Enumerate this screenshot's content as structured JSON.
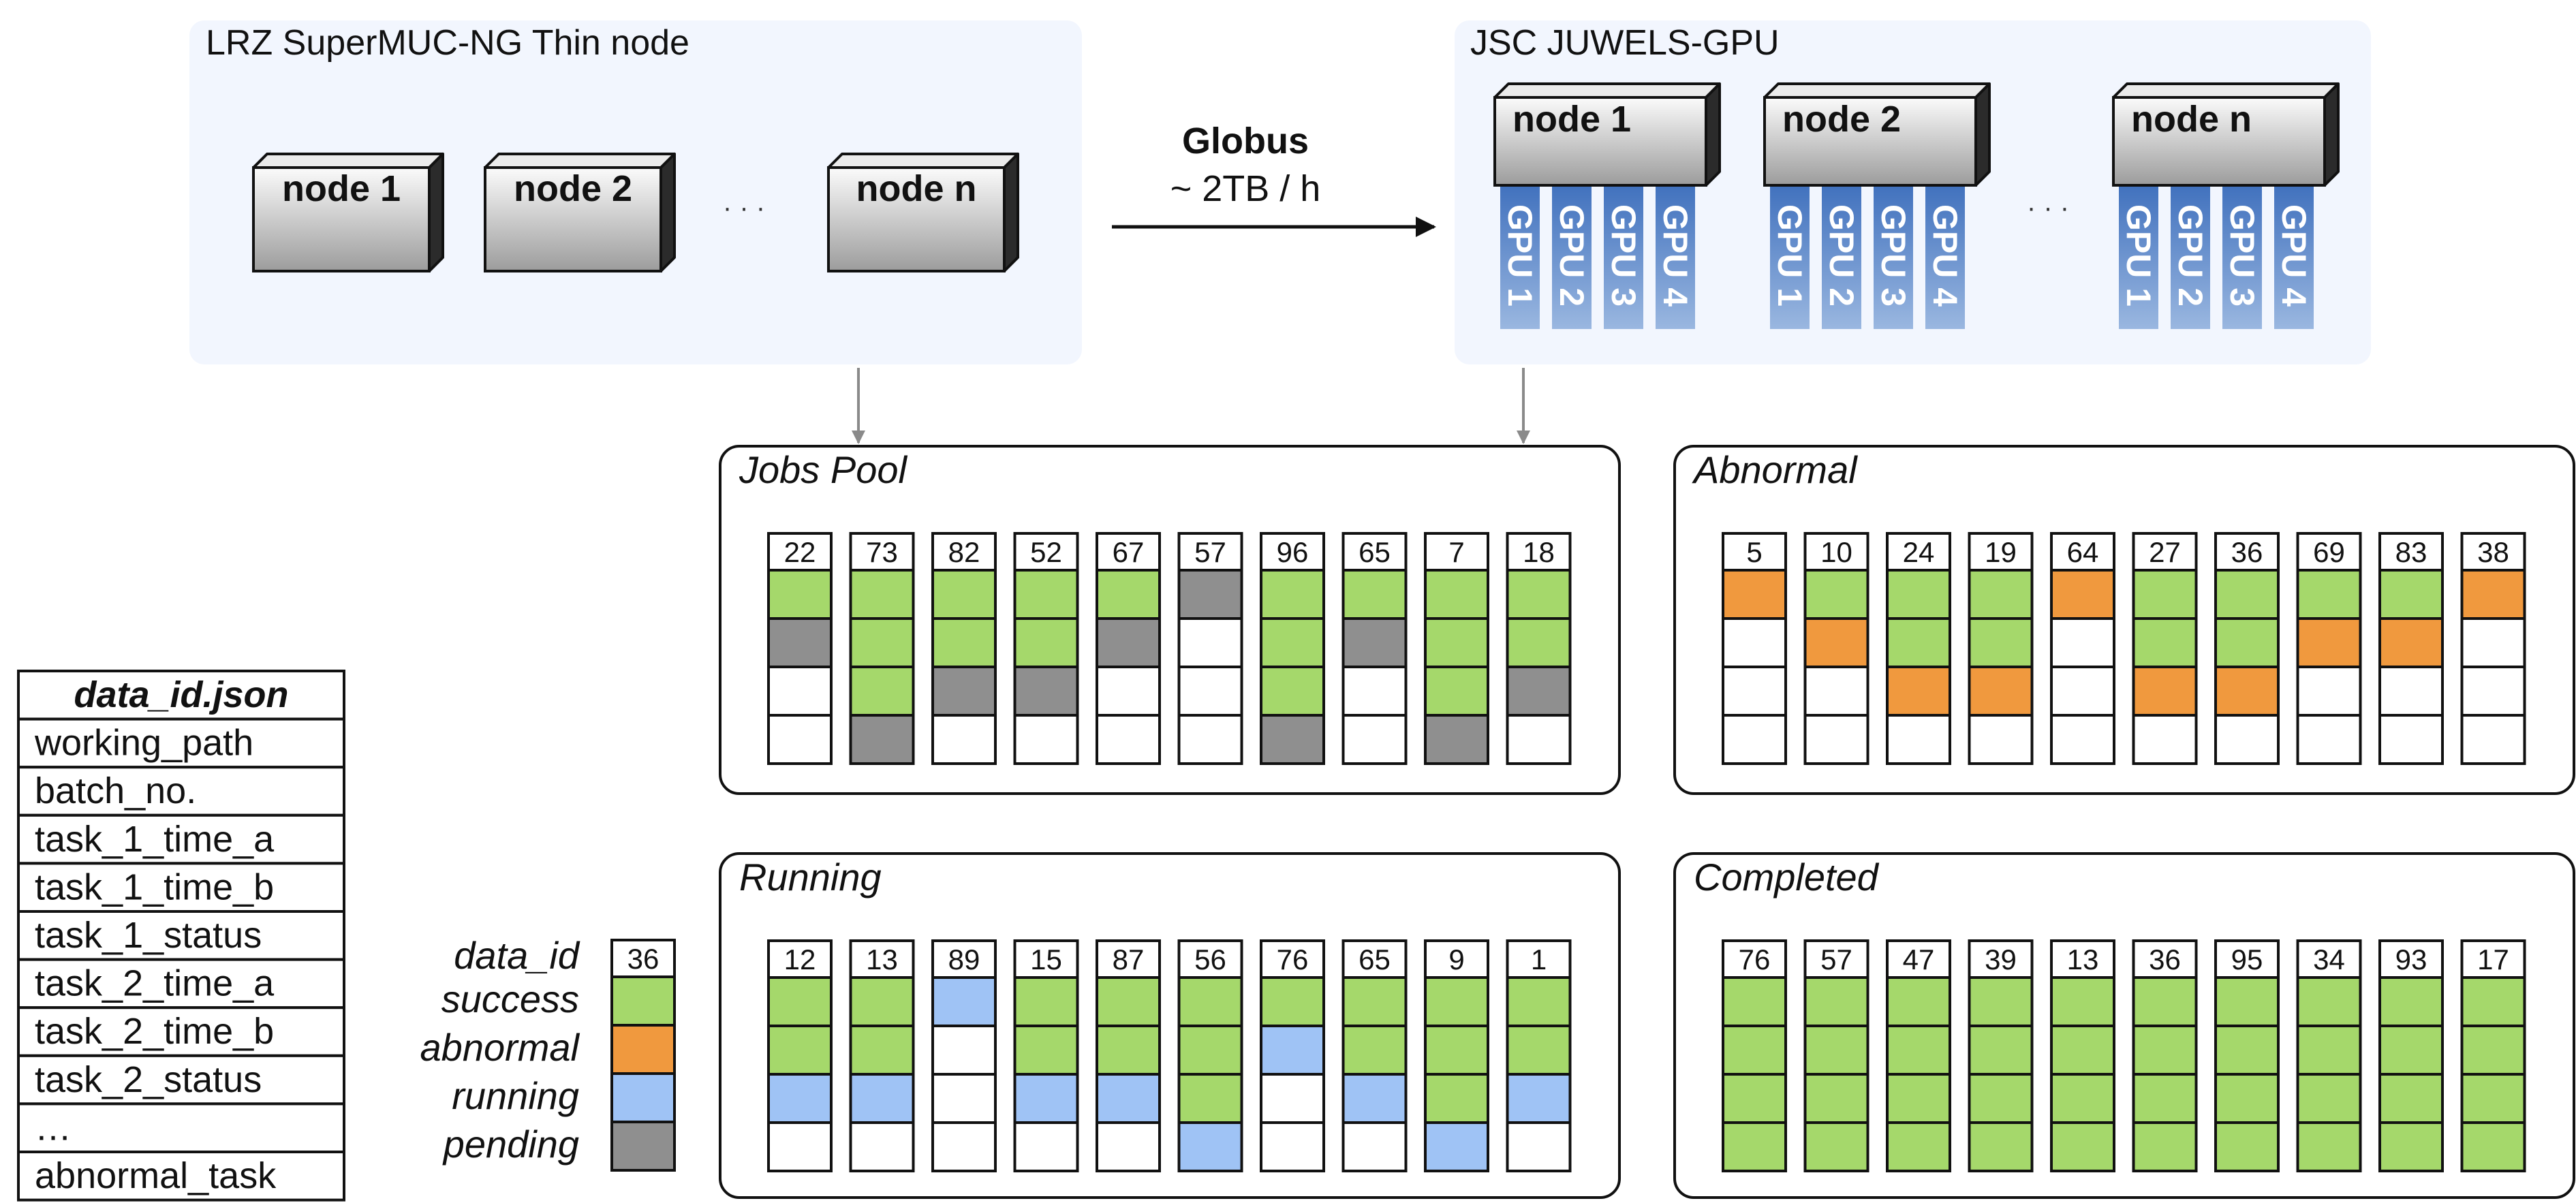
{
  "clusters": {
    "lrz": {
      "title": "LRZ SuperMUC-NG Thin node",
      "nodes": [
        "node 1",
        "node 2",
        "node n"
      ],
      "ellipsis": "· · ·"
    },
    "jsc": {
      "title": "JSC JUWELS-GPU",
      "nodes": [
        "node 1",
        "node 2",
        "node n"
      ],
      "gpus": [
        "GPU 1",
        "GPU 2",
        "GPU 3",
        "GPU 4"
      ],
      "ellipsis": "· · ·"
    }
  },
  "transfer": {
    "title": "Globus",
    "rate": "~ 2TB / h"
  },
  "json_table": {
    "title": "data_id.json",
    "fields": [
      "working_path",
      "batch_no.",
      "task_1_time_a",
      "task_1_time_b",
      "task_1_status",
      "task_2_time_a",
      "task_2_time_b",
      "task_2_status",
      "…",
      "abnormal_task"
    ]
  },
  "legend": {
    "id": "36",
    "rows": [
      {
        "label": "data_id",
        "state": "id"
      },
      {
        "label": "success",
        "state": "S"
      },
      {
        "label": "abnormal",
        "state": "A"
      },
      {
        "label": "running",
        "state": "R"
      },
      {
        "label": "pending",
        "state": "P"
      }
    ]
  },
  "colors": {
    "S": "#a5d86b",
    "A": "#f0993e",
    "R": "#9fc3f5",
    "P": "#8f8f8f",
    "E": "#ffffff",
    "panel": "#f2f6fe",
    "gpu": "#5b86c4",
    "arrow": "#8a8a8a"
  },
  "pools": [
    {
      "key": "jobs",
      "title": "Jobs Pool",
      "jobs": [
        {
          "id": "22",
          "states": [
            "S",
            "P",
            "E",
            "E"
          ]
        },
        {
          "id": "73",
          "states": [
            "S",
            "S",
            "S",
            "P"
          ]
        },
        {
          "id": "82",
          "states": [
            "S",
            "S",
            "P",
            "E"
          ]
        },
        {
          "id": "52",
          "states": [
            "S",
            "S",
            "P",
            "E"
          ]
        },
        {
          "id": "67",
          "states": [
            "S",
            "P",
            "E",
            "E"
          ]
        },
        {
          "id": "57",
          "states": [
            "P",
            "E",
            "E",
            "E"
          ]
        },
        {
          "id": "96",
          "states": [
            "S",
            "S",
            "S",
            "P"
          ]
        },
        {
          "id": "65",
          "states": [
            "S",
            "P",
            "E",
            "E"
          ]
        },
        {
          "id": "7",
          "states": [
            "S",
            "S",
            "S",
            "P"
          ]
        },
        {
          "id": "18",
          "states": [
            "S",
            "S",
            "P",
            "E"
          ]
        }
      ]
    },
    {
      "key": "abnormal",
      "title": "Abnormal",
      "jobs": [
        {
          "id": "5",
          "states": [
            "A",
            "E",
            "E",
            "E"
          ]
        },
        {
          "id": "10",
          "states": [
            "S",
            "A",
            "E",
            "E"
          ]
        },
        {
          "id": "24",
          "states": [
            "S",
            "S",
            "A",
            "E"
          ]
        },
        {
          "id": "19",
          "states": [
            "S",
            "S",
            "A",
            "E"
          ]
        },
        {
          "id": "64",
          "states": [
            "A",
            "E",
            "E",
            "E"
          ]
        },
        {
          "id": "27",
          "states": [
            "S",
            "S",
            "A",
            "E"
          ]
        },
        {
          "id": "36",
          "states": [
            "S",
            "S",
            "A",
            "E"
          ]
        },
        {
          "id": "69",
          "states": [
            "S",
            "A",
            "E",
            "E"
          ]
        },
        {
          "id": "83",
          "states": [
            "S",
            "A",
            "E",
            "E"
          ]
        },
        {
          "id": "38",
          "states": [
            "A",
            "E",
            "E",
            "E"
          ]
        }
      ]
    },
    {
      "key": "running",
      "title": "Running",
      "jobs": [
        {
          "id": "12",
          "states": [
            "S",
            "S",
            "R",
            "E"
          ]
        },
        {
          "id": "13",
          "states": [
            "S",
            "S",
            "R",
            "E"
          ]
        },
        {
          "id": "89",
          "states": [
            "R",
            "E",
            "E",
            "E"
          ]
        },
        {
          "id": "15",
          "states": [
            "S",
            "S",
            "R",
            "E"
          ]
        },
        {
          "id": "87",
          "states": [
            "S",
            "S",
            "R",
            "E"
          ]
        },
        {
          "id": "56",
          "states": [
            "S",
            "S",
            "S",
            "R"
          ]
        },
        {
          "id": "76",
          "states": [
            "S",
            "R",
            "E",
            "E"
          ]
        },
        {
          "id": "65",
          "states": [
            "S",
            "S",
            "R",
            "E"
          ]
        },
        {
          "id": "9",
          "states": [
            "S",
            "S",
            "S",
            "R"
          ]
        },
        {
          "id": "1",
          "states": [
            "S",
            "S",
            "R",
            "E"
          ]
        }
      ]
    },
    {
      "key": "completed",
      "title": "Completed",
      "jobs": [
        {
          "id": "76",
          "states": [
            "S",
            "S",
            "S",
            "S"
          ]
        },
        {
          "id": "57",
          "states": [
            "S",
            "S",
            "S",
            "S"
          ]
        },
        {
          "id": "47",
          "states": [
            "S",
            "S",
            "S",
            "S"
          ]
        },
        {
          "id": "39",
          "states": [
            "S",
            "S",
            "S",
            "S"
          ]
        },
        {
          "id": "13",
          "states": [
            "S",
            "S",
            "S",
            "S"
          ]
        },
        {
          "id": "36",
          "states": [
            "S",
            "S",
            "S",
            "S"
          ]
        },
        {
          "id": "95",
          "states": [
            "S",
            "S",
            "S",
            "S"
          ]
        },
        {
          "id": "34",
          "states": [
            "S",
            "S",
            "S",
            "S"
          ]
        },
        {
          "id": "93",
          "states": [
            "S",
            "S",
            "S",
            "S"
          ]
        },
        {
          "id": "17",
          "states": [
            "S",
            "S",
            "S",
            "S"
          ]
        }
      ]
    }
  ]
}
